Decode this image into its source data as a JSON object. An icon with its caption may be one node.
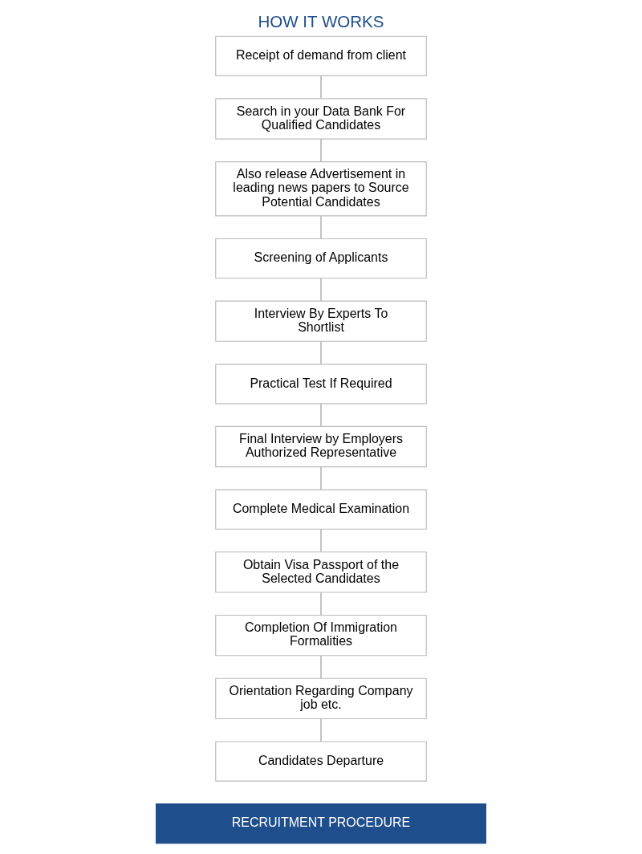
{
  "diagram": {
    "title": "HOW IT WORKS",
    "nodes": [
      {
        "text": [
          "Receipt of demand from client"
        ]
      },
      {
        "text": [
          "Search in your Data Bank For Qualified Candidates"
        ]
      },
      {
        "text": [
          "Also release Advertisement in leading news papers to Source Potential Candidates"
        ]
      },
      {
        "text": [
          "Screening of Applicants"
        ]
      },
      {
        "text": [
          "Interview By Experts To Shortlist"
        ]
      },
      {
        "text": [
          "Practical Test If Required"
        ]
      },
      {
        "text": [
          "Final Interview by Employers Authorized Representative"
        ]
      },
      {
        "text": [
          "Complete Medical Examination"
        ]
      },
      {
        "text": [
          "Obtain Visa Passport of the Selected Candidates"
        ]
      },
      {
        "text": [
          "Completion Of Immigration Formalities"
        ]
      },
      {
        "text": [
          "Orientation Regarding Company job etc."
        ]
      },
      {
        "text": [
          "Candidates Departure"
        ]
      }
    ],
    "edges": [
      {
        "from": 0,
        "to": 1,
        "arrow": "none"
      },
      {
        "from": 1,
        "to": 2,
        "arrow": "none"
      },
      {
        "from": 2,
        "to": 3,
        "arrow": "none"
      },
      {
        "from": 3,
        "to": 4,
        "arrow": "none"
      },
      {
        "from": 4,
        "to": 5,
        "arrow": "none"
      },
      {
        "from": 5,
        "to": 6,
        "arrow": "none"
      },
      {
        "from": 6,
        "to": 7,
        "arrow": "none"
      },
      {
        "from": 7,
        "to": 8,
        "arrow": "none"
      },
      {
        "from": 8,
        "to": 9,
        "arrow": "none"
      },
      {
        "from": 9,
        "to": 10,
        "arrow": "none"
      },
      {
        "from": 10,
        "to": 11,
        "arrow": "none"
      }
    ],
    "labels": [
      "RECRUITMENT PROCEDURE"
    ]
  }
}
